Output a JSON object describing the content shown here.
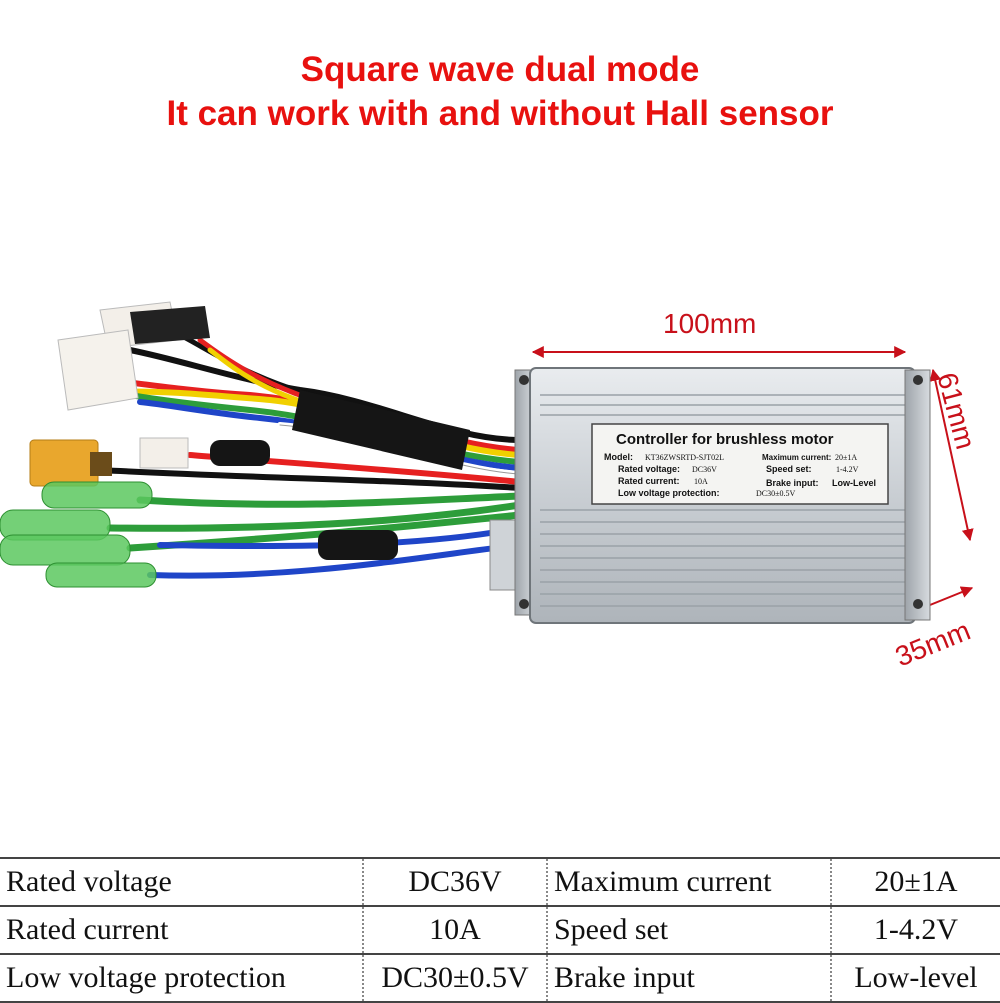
{
  "headline": {
    "line1": "Square wave dual mode",
    "line2": "It can work with and without Hall sensor"
  },
  "dimensions": {
    "length": "100mm",
    "height": "61mm",
    "depth": "35mm"
  },
  "label": {
    "title": "Controller for brushless motor",
    "model_key": "Model:",
    "model_val": "KT36ZWSRTD-SJT02L",
    "max_current_key": "Maximum current:",
    "max_current_val": "20±1A",
    "rated_voltage_key": "Rated voltage:",
    "rated_voltage_val": "DC36V",
    "speed_set_key": "Speed set:",
    "speed_set_val": "1-4.2V",
    "rated_current_key": "Rated current:",
    "rated_current_val": "10A",
    "brake_input_key": "Brake input:",
    "brake_input_val": "Low-Level",
    "low_voltage_key": "Low voltage protection:",
    "low_voltage_val": "DC30±0.5V"
  },
  "specs": [
    {
      "k1": "Rated voltage",
      "v1": "DC36V",
      "k2": "Maximum current",
      "v2": "20±1A"
    },
    {
      "k1": "Rated current",
      "v1": "10A",
      "k2": "Speed set",
      "v2": "1-4.2V"
    },
    {
      "k1": "Low voltage protection",
      "v1": "DC30±0.5V",
      "k2": "Brake input",
      "v2": "Low-level"
    }
  ]
}
